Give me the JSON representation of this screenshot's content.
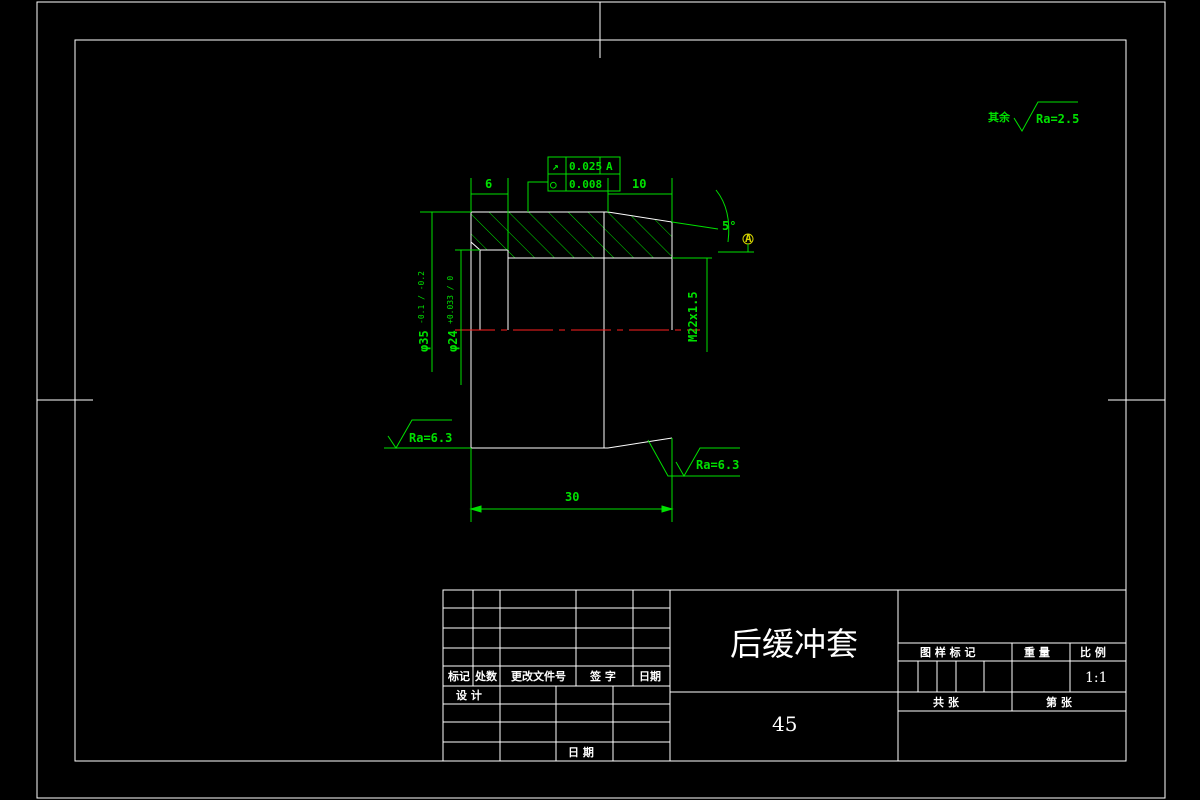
{
  "colors": {
    "background": "#000000",
    "frame": "#ffffff",
    "annotation": "#00e000",
    "centerline": "#ff2020",
    "part": "#ffffff",
    "datum_marker": "#d4d400"
  },
  "roughness_note": {
    "prefix": "其余",
    "value": "Ra=2.5"
  },
  "tolerance_frame": {
    "row1": {
      "symbol": "↗",
      "value": "0.025",
      "datum": "A"
    },
    "row2": {
      "symbol": "○",
      "value": "0.008"
    }
  },
  "datum_label": "A",
  "dimensions": {
    "top_left": "6",
    "top_right": "10",
    "taper_angle": "5°",
    "outer_dia": "φ35",
    "outer_dia_tol": "-0.1 / -0.2",
    "inner_dia": "φ24",
    "inner_dia_tol": "+0.033 / 0",
    "thread": "M22x1.5",
    "length": "30"
  },
  "roughness_left": "Ra=6.3",
  "roughness_right": "Ra=6.3",
  "title_block": {
    "part_name": "后缓冲套",
    "material": "45",
    "header_mark": "标记",
    "header_count": "处数",
    "header_change_doc": "更改文件号",
    "header_sign": "签 字",
    "header_date": "日期",
    "design": "设 计",
    "date_bottom": "日 期",
    "pattern_mark": "图 样 标 记",
    "weight": "重 量",
    "scale_label": "比 例",
    "scale_value": "1:1",
    "total_sheets": "共    张",
    "sheet_no": "第    张"
  }
}
